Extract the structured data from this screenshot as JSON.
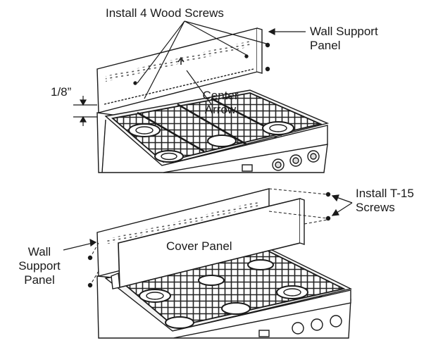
{
  "top_panel": {
    "install_wood_screws": "Install 4 Wood Screws",
    "wall_support_line1": "Wall Support",
    "wall_support_line2": "Panel",
    "gap": "1/8”",
    "center_line1": "Center",
    "center_line2": "Arrow"
  },
  "bottom_panel": {
    "install_screws_line1": "Install T-15",
    "install_screws_line2": "Screws",
    "cover_panel": "Cover Panel",
    "wall_line1": "Wall",
    "wall_line2": "Support",
    "wall_line3": "Panel"
  },
  "colors": {
    "line": "#1a1a1a",
    "fill": "#ffffff",
    "grate": "#2a2a2a"
  }
}
